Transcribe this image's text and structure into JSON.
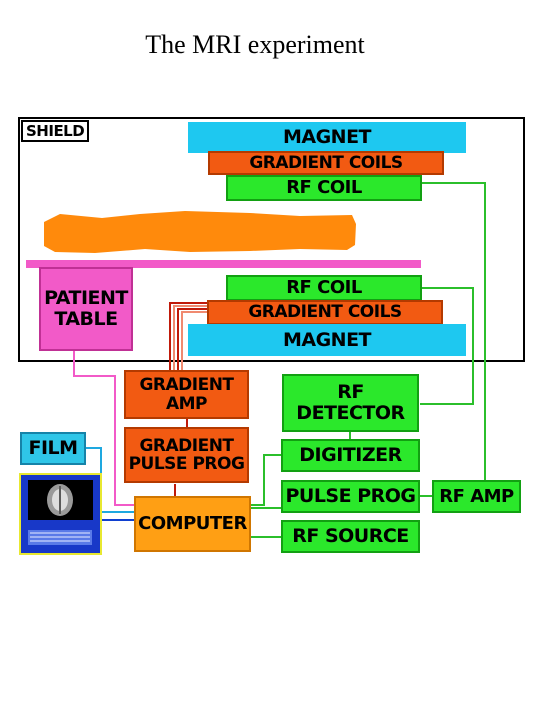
{
  "title": "The MRI experiment",
  "blocks": {
    "shield": "SHIELD",
    "magnet_top": "MAGNET",
    "gradient_coils_top": "GRADIENT COILS",
    "rf_coil_top": "RF COIL",
    "patient_table": "PATIENT\nTABLE",
    "rf_coil_bottom": "RF COIL",
    "gradient_coils_bottom": "GRADIENT COILS",
    "magnet_bottom": "MAGNET",
    "gradient_amp": "GRADIENT\nAMP",
    "rf_detector": "RF\nDETECTOR",
    "gradient_pulse_prog": "GRADIENT\nPULSE PROG",
    "digitizer": "DIGITIZER",
    "film": "FILM",
    "pulse_prog": "PULSE PROG",
    "rf_amp": "RF AMP",
    "computer": "COMPUTER",
    "rf_source": "RF SOURCE"
  }
}
